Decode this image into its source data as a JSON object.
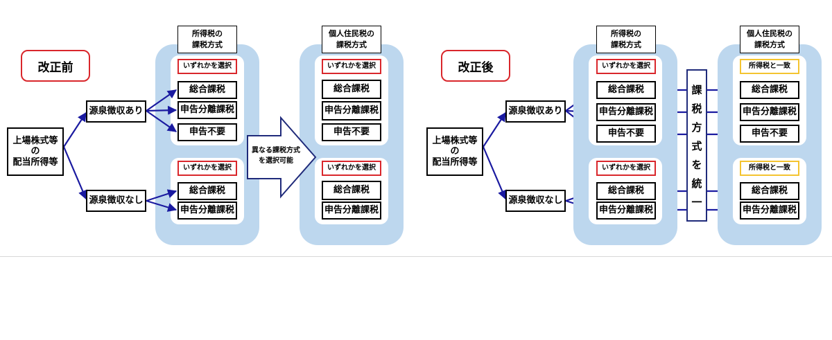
{
  "before": {
    "tag": "改正前",
    "source": "上場株式等\nの\n配当所得等",
    "with_withholding": "源泉徴収あり",
    "without_withholding": "源泉徴収なし",
    "income_tax_header": "所得税の\n課税方式",
    "resident_tax_header": "個人住民税の\n課税方式",
    "select_note": "いずれかを選択",
    "options_with": [
      "総合課税",
      "申告分離課税",
      "申告不要"
    ],
    "options_without": [
      "総合課税",
      "申告分離課税"
    ],
    "arrow_text": "異なる課税方式\nを選択可能"
  },
  "after": {
    "tag": "改正後",
    "source": "上場株式等\nの\n配当所得等",
    "with_withholding": "源泉徴収あり",
    "without_withholding": "源泉徴収なし",
    "income_tax_header": "所得税の\n課税方式",
    "resident_tax_header": "個人住民税の\n課税方式",
    "select_note": "いずれかを選択",
    "match_note": "所得税と一致",
    "unify_chars": [
      "課",
      "税",
      "方",
      "式",
      "を",
      "統",
      "一"
    ],
    "options_with": [
      "総合課税",
      "申告分離課税",
      "申告不要"
    ],
    "options_without": [
      "総合課税",
      "申告分離課税"
    ]
  },
  "colors": {
    "panel": "#bdd7ee",
    "arrow": "#1a1aa0",
    "red_border": "#d9262b",
    "gold_border": "#f4c430",
    "navy_border": "#1f2a7a"
  }
}
